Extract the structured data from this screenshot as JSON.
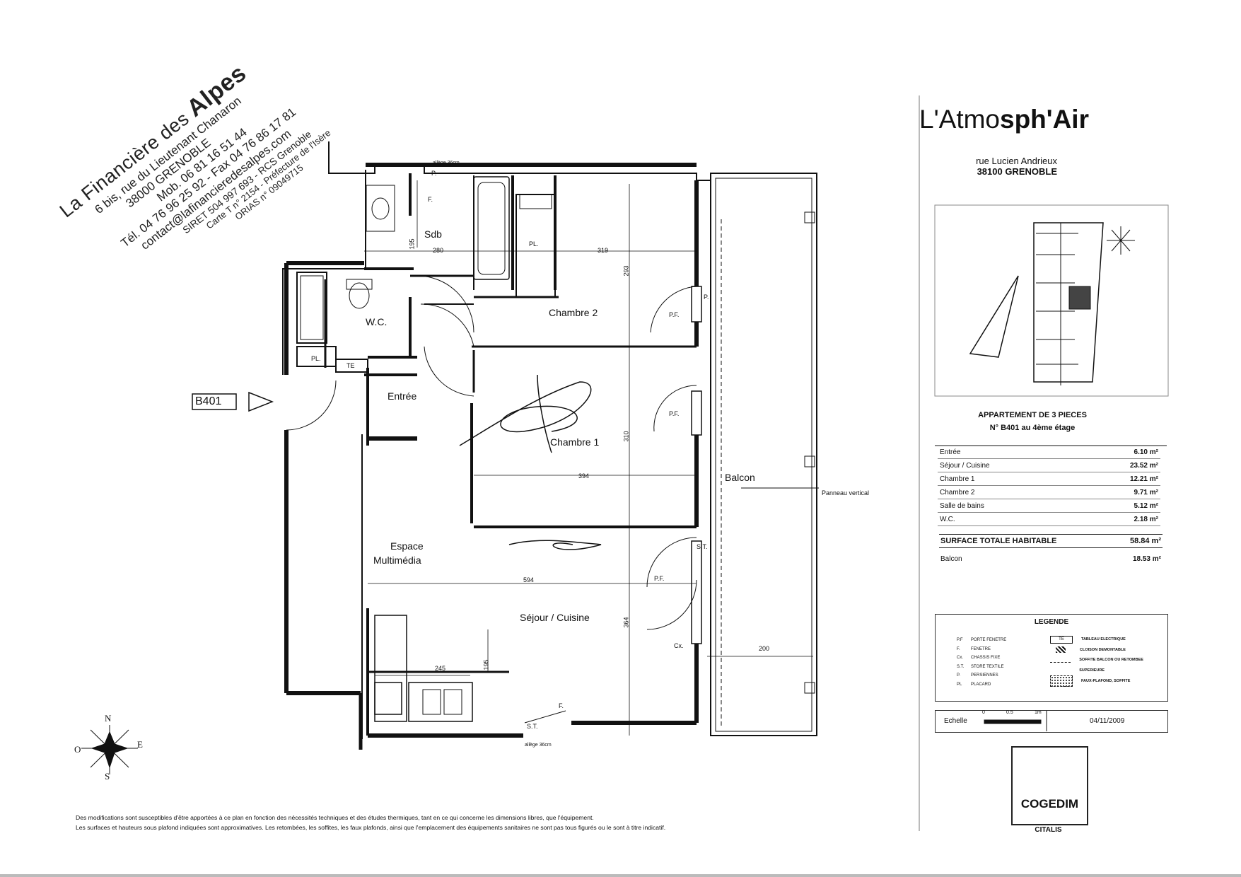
{
  "stamp": {
    "company_a": "La Financière des",
    "company_b": "Alpes",
    "address": "6 bis, rue du Lieutenant Chanaron",
    "city": "38000 GRENOBLE",
    "phone": "Tél. 04 76 96 25 92 - Fax 04 76 86 17 81",
    "mobile": "Mob. 06 81 16 51 44",
    "email": "contact@lafinancieredesalpes.com",
    "siret": "SIRET 504 997 693 - RCS Grenoble",
    "carte": "Carte T n° 2154 - Préfecture de l'Isère",
    "orias": "ORIAS n° 09049715"
  },
  "header": {
    "title_a": "L'Atmo",
    "title_b": "sph'Air",
    "street": "rue Lucien Andrieux",
    "city": "38100 GRENOBLE"
  },
  "apartment": {
    "type": "APPARTEMENT DE 3 PIECES",
    "number": "N° B401 au 4ème étage",
    "label": "B401"
  },
  "surfaces": [
    {
      "room": "Entrée",
      "area": "6.10 m²"
    },
    {
      "room": "Séjour / Cuisine",
      "area": "23.52 m²"
    },
    {
      "room": "Chambre 1",
      "area": "12.21 m²"
    },
    {
      "room": "Chambre 2",
      "area": "9.71 m²"
    },
    {
      "room": "Salle de bains",
      "area": "5.12 m²"
    },
    {
      "room": "W.C.",
      "area": "2.18 m²"
    }
  ],
  "total": {
    "label": "SURFACE TOTALE HABITABLE",
    "area": "58.84 m²"
  },
  "balcon": {
    "label": "Balcon",
    "area": "18.53 m²"
  },
  "legend": {
    "title": "LEGENDE",
    "left": [
      {
        "key": "P.F",
        "text": "PORTE FENETRE"
      },
      {
        "key": "F.",
        "text": "FENETRE"
      },
      {
        "key": "Cx.",
        "text": "CHASSIS FIXE"
      },
      {
        "key": "S.T.",
        "text": "STORE TEXTILE"
      },
      {
        "key": "P.",
        "text": "PERSIENNES"
      },
      {
        "key": "PL",
        "text": "PLACARD"
      }
    ],
    "right": [
      {
        "sym": "TE",
        "text": "TABLEAU ELECTRIQUE"
      },
      {
        "sym": "",
        "text": "CLOISON DEMONTABLE"
      },
      {
        "sym": "",
        "text": "SOFFITE BALCON OU RETOMBEE SUPERIEURE"
      },
      {
        "sym": "",
        "text": "FAUX-PLAFOND, SOFFITE"
      }
    ]
  },
  "echelle": {
    "label": "Echelle",
    "s0": "0",
    "s1": "0.5",
    "s2": "1m",
    "date": "04/11/2009"
  },
  "brand": {
    "name": "COGEDIM",
    "sub": "CITALIS"
  },
  "disclaimer": [
    "Des modifications sont susceptibles d'être apportées à ce plan en fonction des nécessités techniques et des études thermiques, tant en ce qui concerne les dimensions libres, que l'équipement.",
    "Les surfaces et hauteurs sous plafond indiquées sont approximatives. Les retombées, les soffites, les faux plafonds, ainsi que l'emplacement des équipements sanitaires ne sont pas tous figurés ou le sont à titre indicatif."
  ],
  "rooms": {
    "sdb": "Sdb",
    "wc": "W.C.",
    "chambre2": "Chambre 2",
    "chambre1": "Chambre 1",
    "entree": "Entrée",
    "espace1": "Espace",
    "espace2": "Multimédia",
    "sejour": "Séjour / Cuisine",
    "balcon": "Balcon"
  },
  "fixtures": {
    "pl": "PL.",
    "te": "TE",
    "pf": "P.F.",
    "p": "P.",
    "f": "F.",
    "st": "S.T.",
    "cx": "Cx.",
    "panneau": "Panneau vertical",
    "allege": "allège 36cm"
  },
  "dims": {
    "d280": "280",
    "d195": "195",
    "d319": "319",
    "d293": "293",
    "d310": "310",
    "d394": "394",
    "d594": "594",
    "d364": "364",
    "d245": "245",
    "d195b": "195",
    "d200": "200"
  },
  "compass": {
    "n": "N",
    "s": "S",
    "e": "E",
    "o": "O"
  }
}
